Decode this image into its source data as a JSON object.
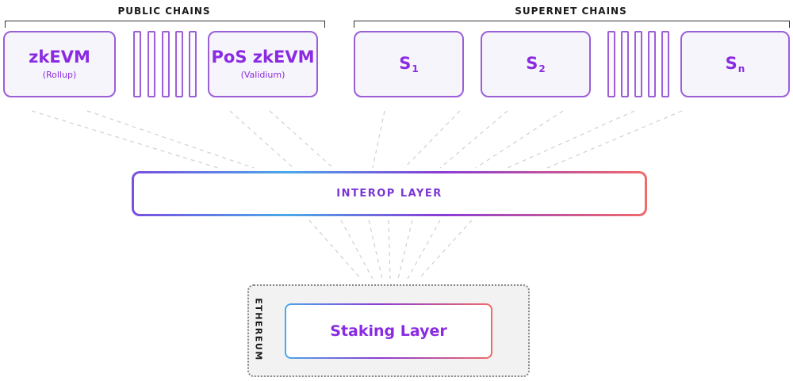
{
  "public_chains": {
    "title": "PUBLIC CHAINS",
    "chains": [
      {
        "name": "zkEVM",
        "sub": "(Rollup)"
      },
      {
        "name": "PoS zkEVM",
        "sub": "(Validium)"
      }
    ]
  },
  "supernet_chains": {
    "title": "SUPERNET CHAINS",
    "chains": [
      {
        "name": "S",
        "subscript": "1"
      },
      {
        "name": "S",
        "subscript": "2"
      },
      {
        "name": "S",
        "subscript": "n"
      }
    ]
  },
  "interop_layer": {
    "label": "INTEROP LAYER"
  },
  "ethereum": {
    "label": "ETHEREUM",
    "staking_label": "Staking Layer"
  },
  "colors": {
    "accent_purple": "#8a2be2",
    "box_border": "#9b5fd6",
    "gradient_blue": "#4aa8e8",
    "gradient_red": "#f06a6a"
  }
}
